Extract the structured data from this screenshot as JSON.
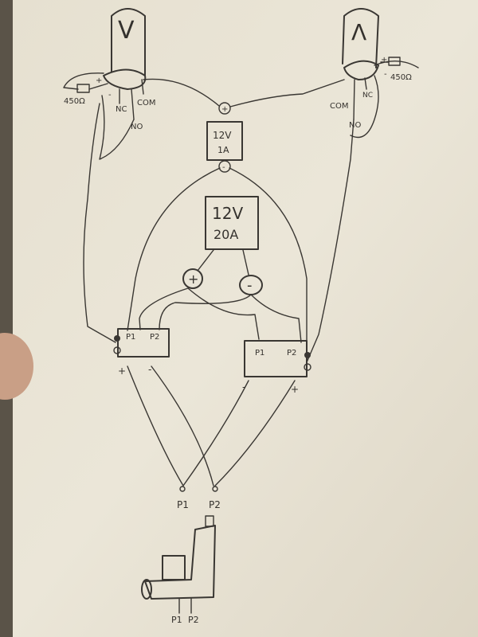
{
  "switches": {
    "left": {
      "button": "V",
      "resistor": "450Ω",
      "plus": "+",
      "minus": "-",
      "nc": "NC",
      "com": "COM",
      "no": "NO"
    },
    "right": {
      "button": "Λ",
      "resistor": "450Ω",
      "plus": "+",
      "minus": "-",
      "nc": "NC",
      "com": "COM",
      "no": "NO"
    }
  },
  "small_supply": {
    "line1": "12V",
    "line2": "1A",
    "plus": "+",
    "minus": "-"
  },
  "main_supply": {
    "line1": "12V",
    "line2": "20A",
    "plus": "+",
    "minus": "-"
  },
  "relays": {
    "left": {
      "p1": "P1",
      "p2": "P2",
      "plus": "+",
      "minus": "-"
    },
    "right": {
      "p1": "P1",
      "p2": "P2",
      "plus": "+",
      "minus": "-"
    }
  },
  "outputs": {
    "p1": "P1",
    "p2": "P2"
  },
  "actuator": {
    "p1": "P1",
    "p2": "P2"
  },
  "colors": {
    "paper": "#e9e4d6",
    "ink": "#3a3733"
  }
}
